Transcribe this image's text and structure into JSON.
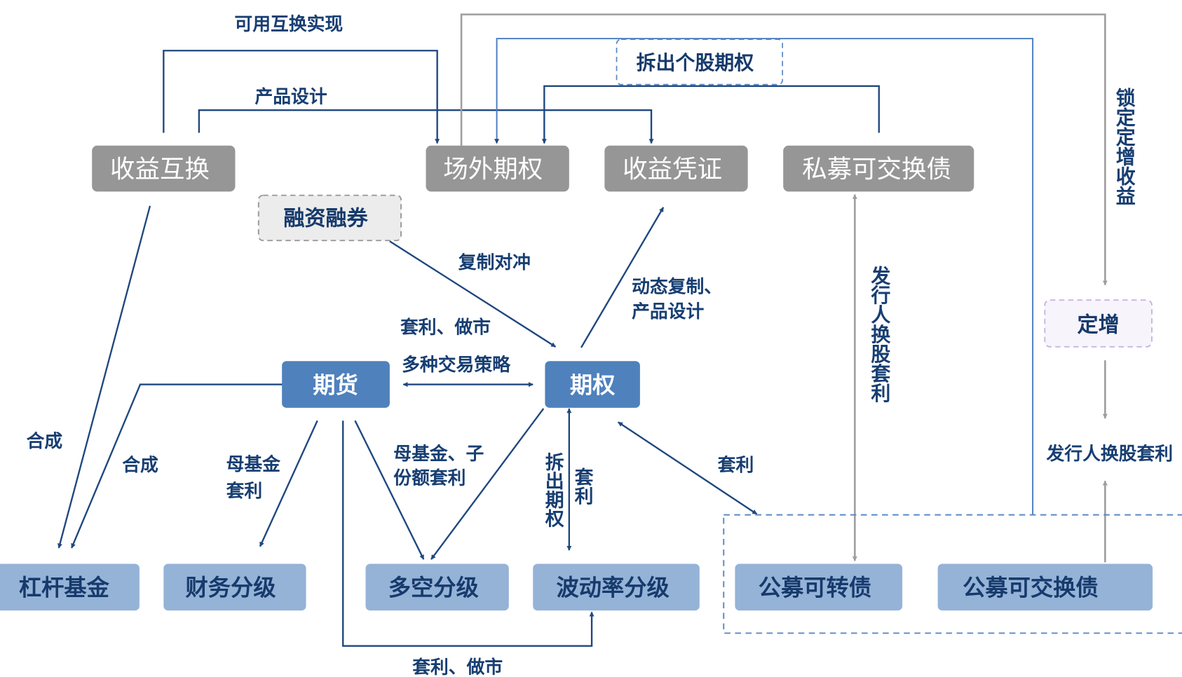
{
  "colors": {
    "label_text": "#173e72",
    "gray_node": "#969696",
    "blue_node": "#4f81bd",
    "light_blue_node": "#95b3d7",
    "dark_edge": "#1f477f",
    "light_edge": "#4a7dbf",
    "gray_edge": "#9e9e9e",
    "dashed_gray_fill": "#ececec",
    "dashed_purple_fill": "#f7f4fb",
    "dashed_purple_border": "#c9b5e0"
  },
  "nodes": {
    "return_swap": "收益互换",
    "otc_option": "场外期权",
    "return_certificate": "收益凭证",
    "private_exchangeable_bond": "私募可交换债",
    "margin_trading": "融资融券",
    "split_stock_option": "拆出个股期权",
    "futures": "期货",
    "options": "期权",
    "private_placement": "定增",
    "leveraged_fund": "杠杆基金",
    "financial_grading": "财务分级",
    "long_short_grading": "多空分级",
    "volatility_grading": "波动率分级",
    "public_convertible_bond": "公募可转债",
    "public_exchangeable_bond": "公募可交换债"
  },
  "labels": {
    "swap_realization": "可用互换实现",
    "product_design_top": "产品设计",
    "replicate_hedge": "复制对冲",
    "arb_market_making_mid": "套利、做市",
    "multiple_strategies": "多种交易策略",
    "dynamic_replication_1": "动态复制、",
    "dynamic_replication_2": "产品设计",
    "synthesis_1": "合成",
    "synthesis_2": "合成",
    "parent_fund_arb_1": "母基金",
    "parent_fund_arb_2": "套利",
    "parent_child_arb_1": "母基金、子",
    "parent_child_arb_2": "份额套利",
    "split_option_vertical": "拆出期权",
    "arb_vertical": "套利",
    "arb_right": "套利",
    "issuer_swap_arb_vertical": "发行人换股套利",
    "issuer_swap_arb_horizontal": "发行人换股套利",
    "lock_private_placement_vertical": "锁定定增收益",
    "arb_market_making_bottom": "套利、做市"
  }
}
